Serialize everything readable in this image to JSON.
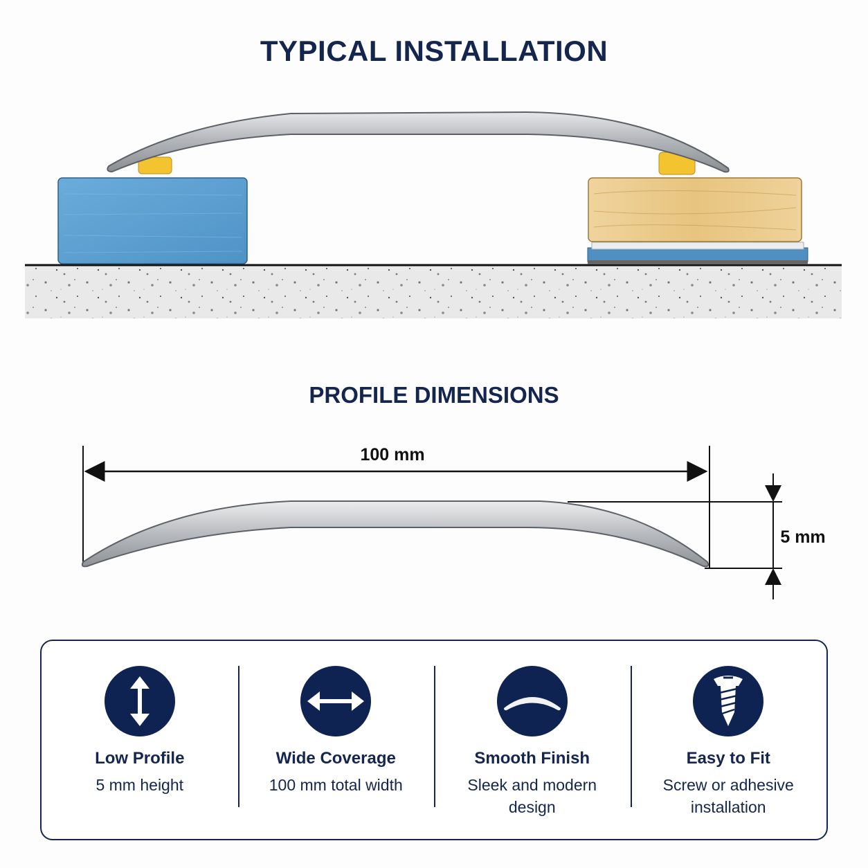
{
  "installation": {
    "title": "TYPICAL INSTALLATION"
  },
  "profile": {
    "title": "PROFILE DIMENSIONS",
    "width_label": "100 mm",
    "height_label": "5 mm"
  },
  "features": [
    {
      "icon": "vertical-arrows-icon",
      "title": "Low Profile",
      "desc": "5 mm height"
    },
    {
      "icon": "horizontal-arrows-icon",
      "title": "Wide Coverage",
      "desc": "100 mm total width"
    },
    {
      "icon": "curved-strip-icon",
      "title": "Smooth Finish",
      "desc": "Sleek and modern design"
    },
    {
      "icon": "screw-icon",
      "title": "Easy to Fit",
      "desc": "Screw or adhesive installation"
    }
  ],
  "colors": {
    "navy": "#14254e",
    "tile_blue": "#5b9fd2",
    "wood": "#e8c98c",
    "adhesive_yellow": "#f4c430",
    "metal": "#b9bcc0"
  }
}
